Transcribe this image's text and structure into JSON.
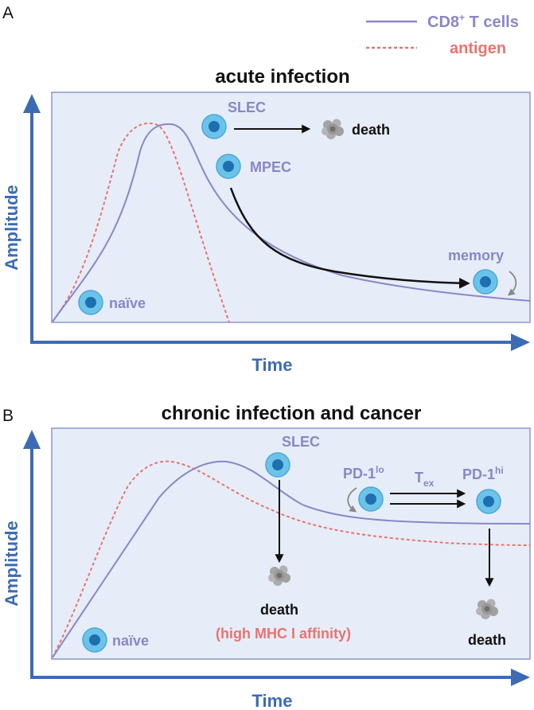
{
  "legend": {
    "tcells_label": "CD8",
    "tcells_sup": "+",
    "tcells_rest": " T cells",
    "antigen_label": "antigen"
  },
  "colors": {
    "purple": "#8a86c6",
    "salmon": "#e8746f",
    "axis_blue": "#3d6bb3",
    "panel_fill": "#e6edf8",
    "panel_border": "#8d96c9",
    "cell_outer": "#6cc3ea",
    "cell_inner": "#1d6fae",
    "arrow": "#111111",
    "dead_cell": "#9b9b9b"
  },
  "panel_a": {
    "letter": "A",
    "title": "acute infection",
    "y_label": "Amplitude",
    "x_label": "Time",
    "slec": "SLEC",
    "mpec": "MPEC",
    "death": "death",
    "memory": "memory",
    "naive": "naïve"
  },
  "panel_b": {
    "letter": "B",
    "title": "chronic infection and cancer",
    "y_label": "Amplitude",
    "x_label": "Time",
    "slec": "SLEC",
    "pd1": "PD-1",
    "lo": "lo",
    "hi": "hi",
    "tex": "T",
    "tex_sub": "ex",
    "death_1": "death",
    "affinity": "(high MHC I affinity)",
    "death_2": "death",
    "naive": "naïve"
  }
}
